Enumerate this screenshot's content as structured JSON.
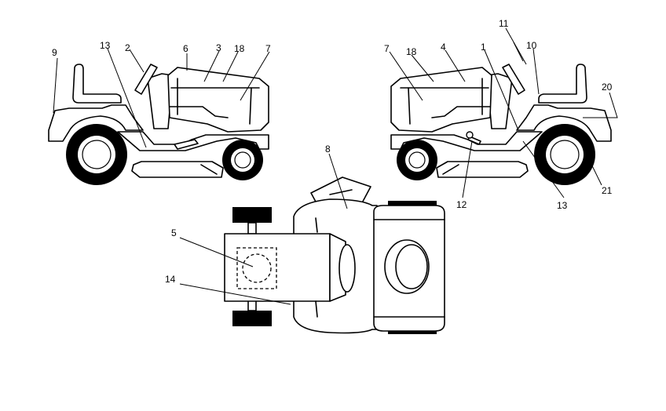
{
  "header": {
    "left_text": "",
    "right_text": ""
  },
  "callouts": {
    "left_view": [
      "9",
      "13",
      "2",
      "6",
      "3",
      "18",
      "7"
    ],
    "right_view": [
      "7",
      "18",
      "4",
      "1",
      "11",
      "10",
      "20",
      "12",
      "13",
      "21"
    ],
    "top_view": [
      "8",
      "5",
      "14"
    ]
  }
}
